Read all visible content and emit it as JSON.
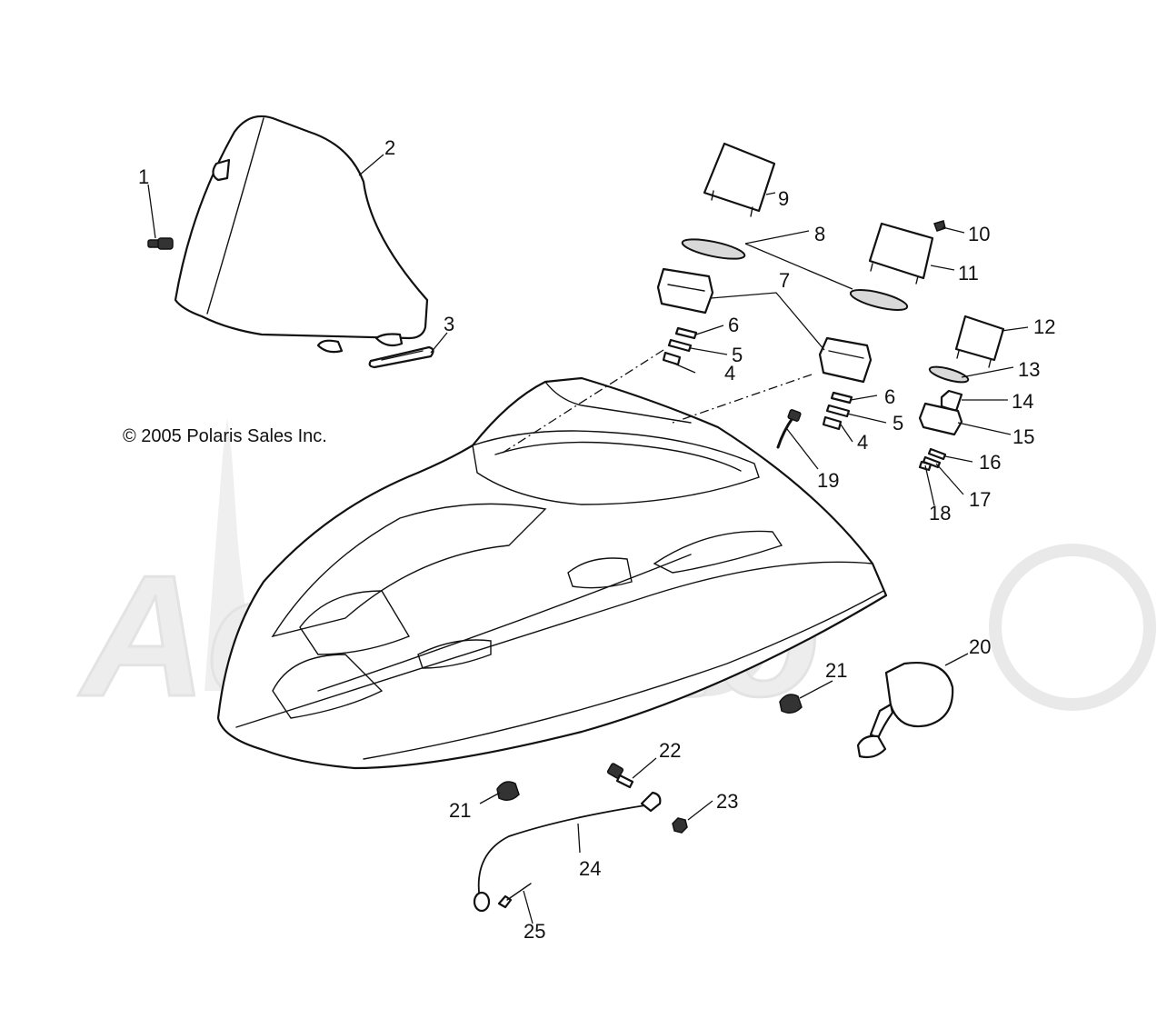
{
  "copyright": "© 2005 Polaris Sales Inc.",
  "watermark": "ActiMoto",
  "callouts": {
    "c1": "1",
    "c2": "2",
    "c3": "3",
    "c4a": "4",
    "c4b": "4",
    "c5a": "5",
    "c5b": "5",
    "c6a": "6",
    "c6b": "6",
    "c7": "7",
    "c8": "8",
    "c9": "9",
    "c10": "10",
    "c11": "11",
    "c12": "12",
    "c13": "13",
    "c14": "14",
    "c15": "15",
    "c16": "16",
    "c17": "17",
    "c18": "18",
    "c19": "19",
    "c20": "20",
    "c21a": "21",
    "c21b": "21",
    "c22": "22",
    "c23": "23",
    "c24": "24",
    "c25": "25"
  }
}
